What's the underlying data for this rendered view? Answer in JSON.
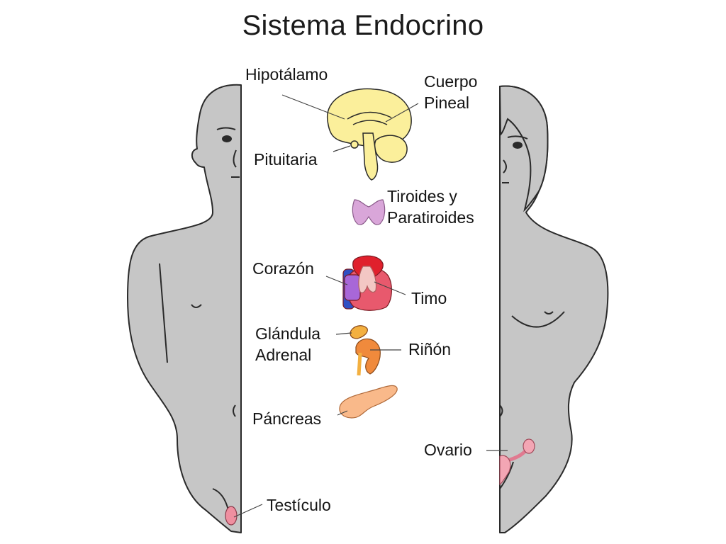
{
  "title": "Sistema Endocrino",
  "labels": {
    "hipotalamo": "Hipotálamo",
    "cuerpo_pineal_1": "Cuerpo",
    "cuerpo_pineal_2": "Pineal",
    "pituitaria": "Pituitaria",
    "tiroides_1": "Tiroides y",
    "tiroides_2": "Paratiroides",
    "corazon": "Corazón",
    "timo": "Timo",
    "adrenal_1": "Glándula",
    "adrenal_2": "Adrenal",
    "rinon": "Riñón",
    "pancreas": "Páncreas",
    "ovario": "Ovario",
    "testiculo": "Testículo"
  },
  "colors": {
    "body_fill": "#c6c6c6",
    "outline": "#2a2a2a",
    "brain": "#fbef9b",
    "thyroid": "#d9a6d9",
    "heart": "#e8596d",
    "heart_red": "#e0202c",
    "heart_purple": "#a867d8",
    "heart_blue": "#2f4fc4",
    "thymus": "#f3c7c4",
    "adrenal": "#f3b040",
    "kidney": "#f08a3c",
    "pancreas": "#f9b98a",
    "ovary": "#f3a6b4",
    "testicle": "#ef8fa0"
  }
}
